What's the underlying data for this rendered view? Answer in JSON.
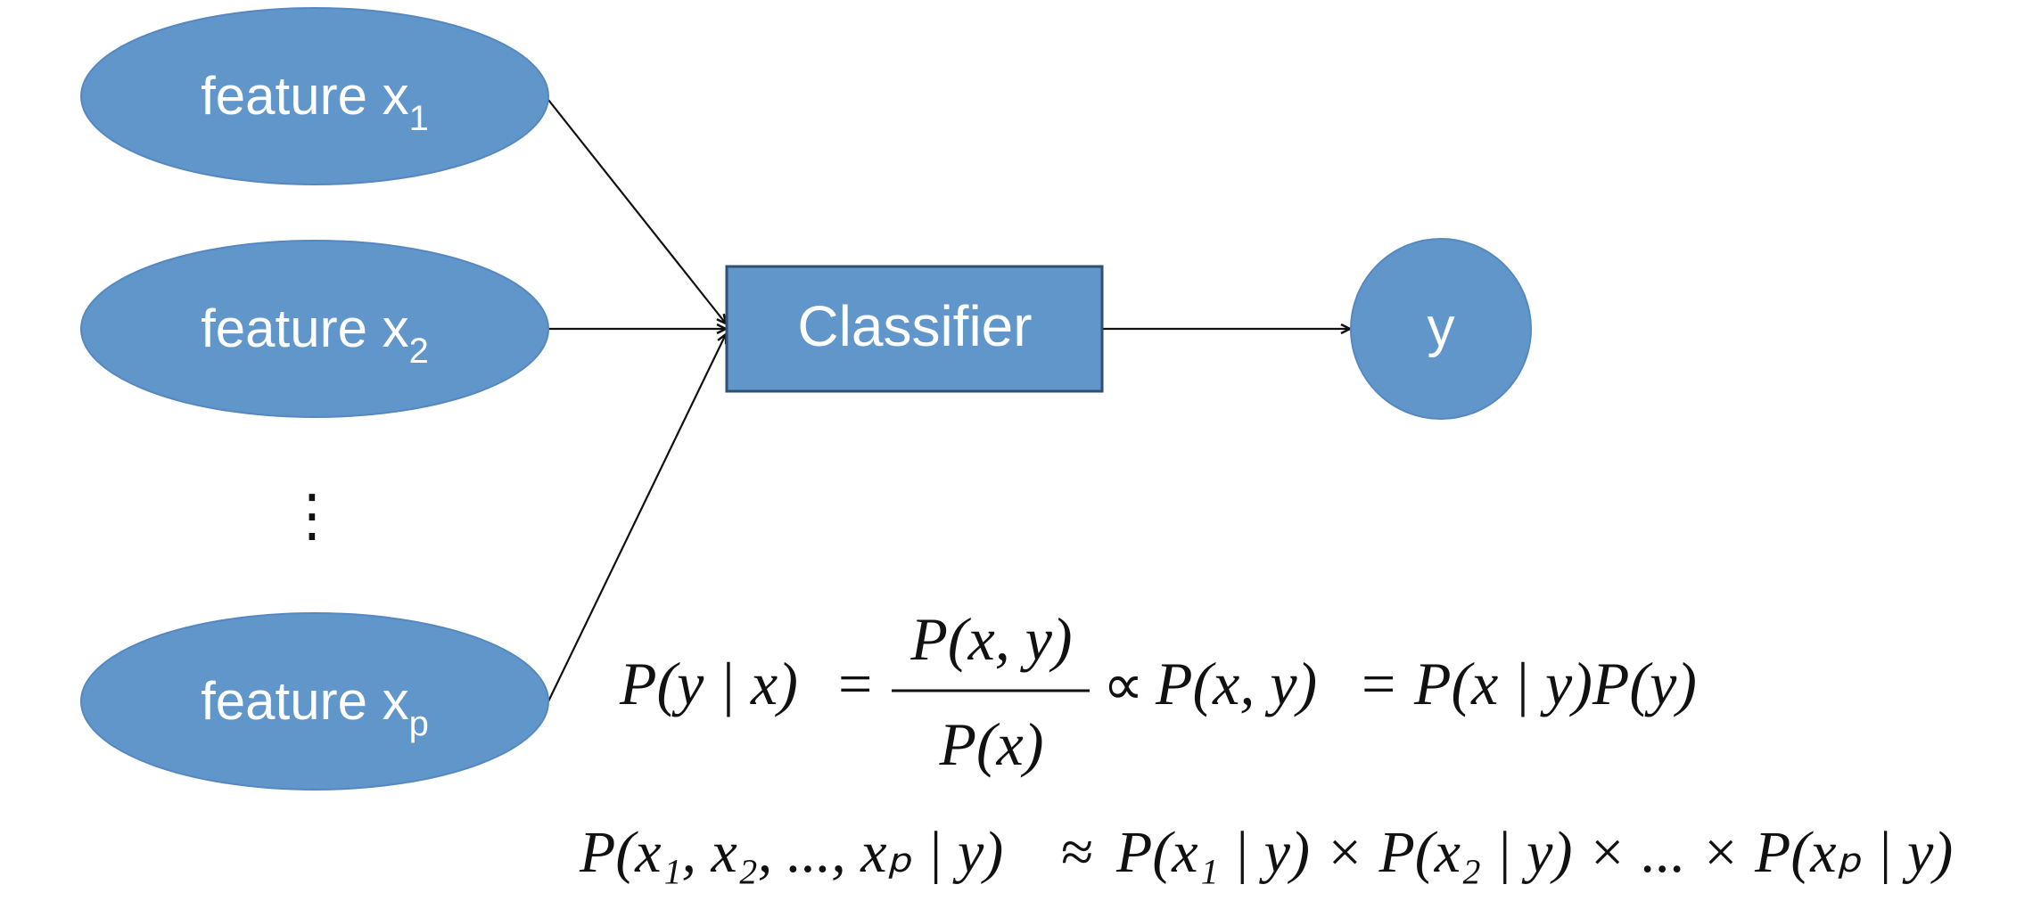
{
  "colors": {
    "node_fill": "#6196cb",
    "node_stroke": "#4a7fb5",
    "classifier_stroke": "#2f4f73",
    "edge": "#111111",
    "text": "#ffffff"
  },
  "nodes": {
    "feature_1": {
      "label": "feature x",
      "subscript": "1"
    },
    "feature_2": {
      "label": "feature x",
      "subscript": "2"
    },
    "ellipsis": "⋮",
    "feature_p": {
      "label": "feature x",
      "subscript": "p"
    },
    "classifier": "Classifier",
    "output": "y"
  },
  "equations": {
    "bayes": {
      "lhs": "P(y | x)",
      "eq1": "=",
      "numerator": "P(x, y)",
      "denominator": "P(x)",
      "propto": "∝",
      "joint": "P(x, y)",
      "eq2": "=",
      "rhs": "P(x | y)P(y)"
    },
    "naive": {
      "lhs": "P(x₁, x₂, ..., xₚ | y)",
      "approx": "≈",
      "rhs": "P(x₁ | y) × P(x₂ | y) × ... × P(xₚ | y)"
    }
  }
}
